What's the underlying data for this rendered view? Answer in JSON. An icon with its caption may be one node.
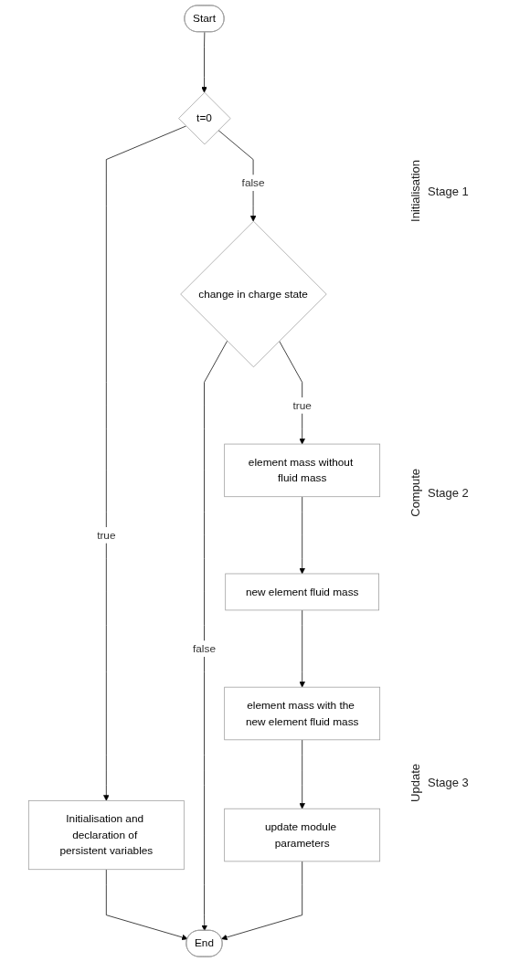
{
  "diagram": {
    "nodes": [
      {
        "text": [
          "Start"
        ]
      },
      {
        "text": [
          "t=0"
        ]
      },
      {
        "text": [
          "Initialisation and declaration of persistent variables"
        ]
      },
      {
        "text": [
          "change in charge state"
        ]
      },
      {
        "text": [
          "element mass without fluid mass"
        ]
      },
      {
        "text": [
          "new element fluid mass"
        ]
      },
      {
        "text": [
          "element mass with the new element fluid mass"
        ]
      },
      {
        "text": [
          "update module parameters"
        ]
      },
      {
        "text": [
          "End"
        ]
      }
    ],
    "edges": [
      {
        "from": 0,
        "to": 1,
        "arrow": "to"
      },
      {
        "from": 1,
        "to": 2,
        "arrow": "to",
        "label": "true"
      },
      {
        "from": 1,
        "to": 3,
        "arrow": "to",
        "label": "false"
      },
      {
        "from": 3,
        "to": 8,
        "arrow": "to",
        "label": "false"
      },
      {
        "from": 3,
        "to": 4,
        "arrow": "to",
        "label": "true"
      },
      {
        "from": 4,
        "to": 5,
        "arrow": "to"
      },
      {
        "from": 5,
        "to": 6,
        "arrow": "to"
      },
      {
        "from": 6,
        "to": 7,
        "arrow": "to"
      },
      {
        "from": 2,
        "to": 8,
        "arrow": "to"
      },
      {
        "from": 7,
        "to": 8,
        "arrow": "to"
      }
    ],
    "labels": [
      "Initialisation",
      "Stage 1",
      "Compute",
      "Stage 2",
      "Update",
      "Stage 3"
    ]
  }
}
